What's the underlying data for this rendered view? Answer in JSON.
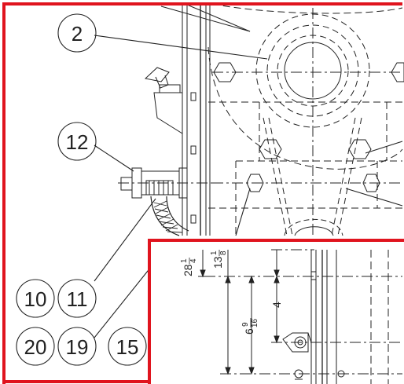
{
  "callouts": [
    {
      "id": "c2",
      "label": "2"
    },
    {
      "id": "c12",
      "label": "12"
    },
    {
      "id": "c10",
      "label": "10"
    },
    {
      "id": "c11",
      "label": "11"
    },
    {
      "id": "c20",
      "label": "20"
    },
    {
      "id": "c19",
      "label": "19"
    },
    {
      "id": "c15",
      "label": "15"
    }
  ],
  "dimensions": {
    "d28_whole": "28",
    "d28_num": "1",
    "d28_den": "4",
    "d13_whole": "13",
    "d13_num": "1",
    "d13_den": "8",
    "d4": "4",
    "d6_whole": "6",
    "d6_num": "9",
    "d6_den": "16"
  },
  "colors": {
    "frame_red": "#e0141e",
    "ink": "#222222"
  }
}
